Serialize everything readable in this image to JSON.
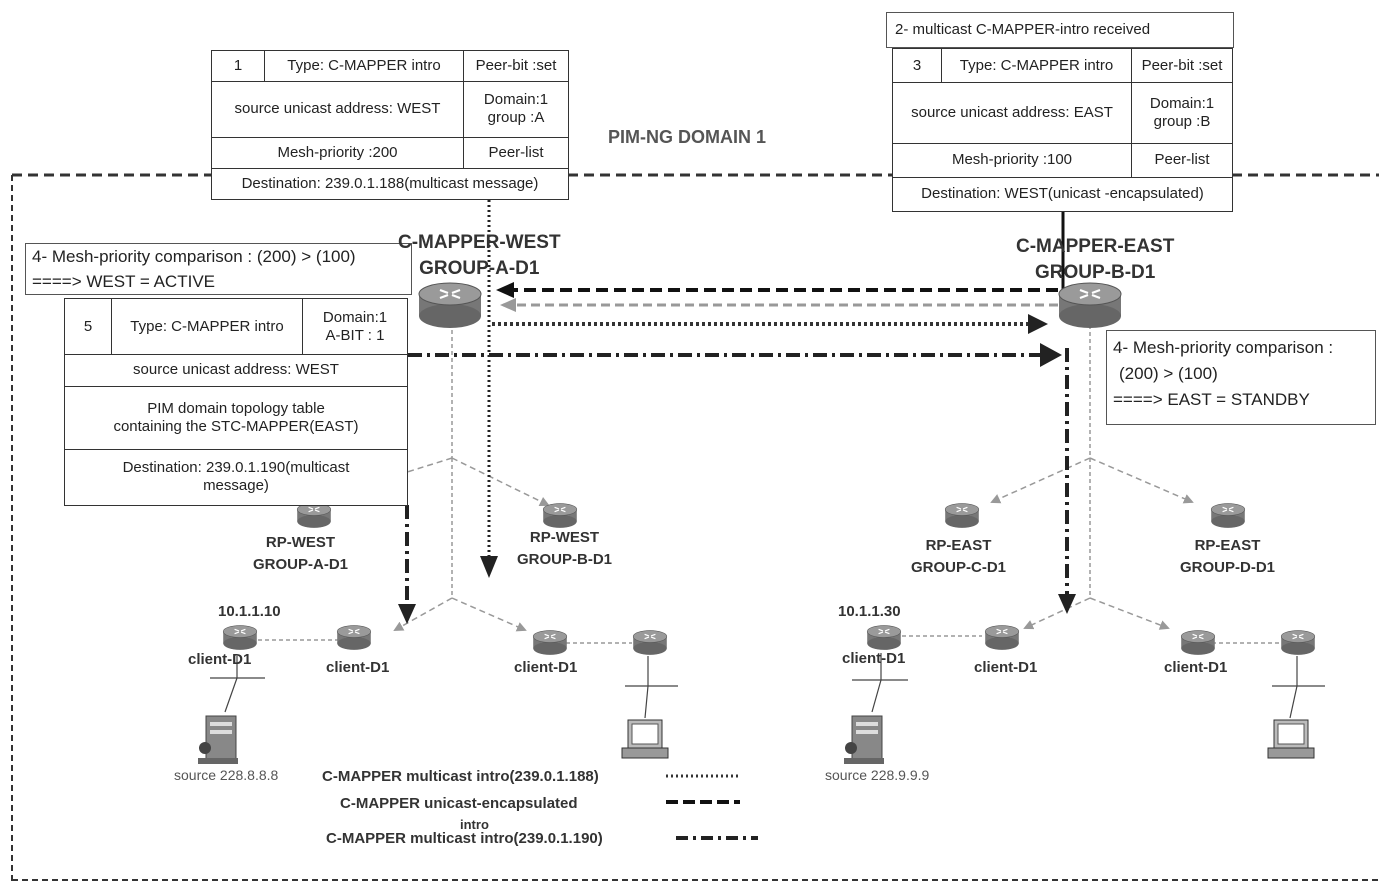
{
  "domain_label": "PIM-NG DOMAIN 1",
  "msg1": {
    "step": "1",
    "type": "Type: C-MAPPER intro",
    "peer_bit": "Peer-bit :set",
    "source": "source unicast address: WEST",
    "domain": "Domain:1",
    "group": "group :A",
    "mesh_priority": "Mesh-priority :200",
    "peer_list": "Peer-list",
    "destination": "Destination: 239.0.1.188(multicast message)"
  },
  "received_banner": "2-  multicast C-MAPPER-intro received",
  "msg3": {
    "step": "3",
    "type": "Type: C-MAPPER intro",
    "peer_bit": "Peer-bit :set",
    "source": "source unicast address: EAST",
    "domain": "Domain:1",
    "group": "group :B",
    "mesh_priority": "Mesh-priority :100",
    "peer_list": "Peer-list",
    "destination": "Destination: WEST(unicast -encapsulated)"
  },
  "compare_west": {
    "line1": "4- Mesh-priority comparison : (200) > (100)",
    "line2": "====> WEST = ACTIVE"
  },
  "compare_east": {
    "line1": "4- Mesh-priority comparison :",
    "line2": "(200) > (100)",
    "line3": "====> EAST = STANDBY"
  },
  "msg5": {
    "step": "5",
    "type": "Type: C-MAPPER intro",
    "domain": "Domain:1",
    "a_bit": "A-BIT : 1",
    "source": "source unicast address: WEST",
    "topology_line1": "PIM domain topology table",
    "topology_line2": "containing the STC-MAPPER(EAST)",
    "destination_line1": "Destination: 239.0.1.190(multicast",
    "destination_line2": "message)"
  },
  "mapper_west": {
    "line1": "C-MAPPER-WEST",
    "line2": "GROUP-A-D1"
  },
  "mapper_east": {
    "line1": "C-MAPPER-EAST",
    "line2": "GROUP-B-D1"
  },
  "rp_west_a": {
    "line1": "RP-WEST",
    "line2": "GROUP-A-D1"
  },
  "rp_west_b": {
    "line1": "RP-WEST",
    "line2": "GROUP-B-D1"
  },
  "rp_east_c": {
    "line1": "RP-EAST",
    "line2": "GROUP-C-D1"
  },
  "rp_east_d": {
    "line1": "RP-EAST",
    "line2": "GROUP-D-D1"
  },
  "clients": {
    "west_1_ip": "10.1.1.10",
    "west_1": "client-D1",
    "west_2": "client-D1",
    "west_3": "client-D1",
    "east_1_ip": "10.1.1.30",
    "east_1": "client-D1",
    "east_2": "client-D1",
    "east_3": "client-D1"
  },
  "sources": {
    "west": "source 228.8.8.8",
    "east": "source 228.9.9.9"
  },
  "legend": {
    "multicast_188": "C-MAPPER multicast intro(239.0.1.188)",
    "unicast_line1": "C-MAPPER unicast-encapsulated",
    "unicast_line2": "intro",
    "multicast_190": "C-MAPPER multicast intro(239.0.1.190)"
  }
}
